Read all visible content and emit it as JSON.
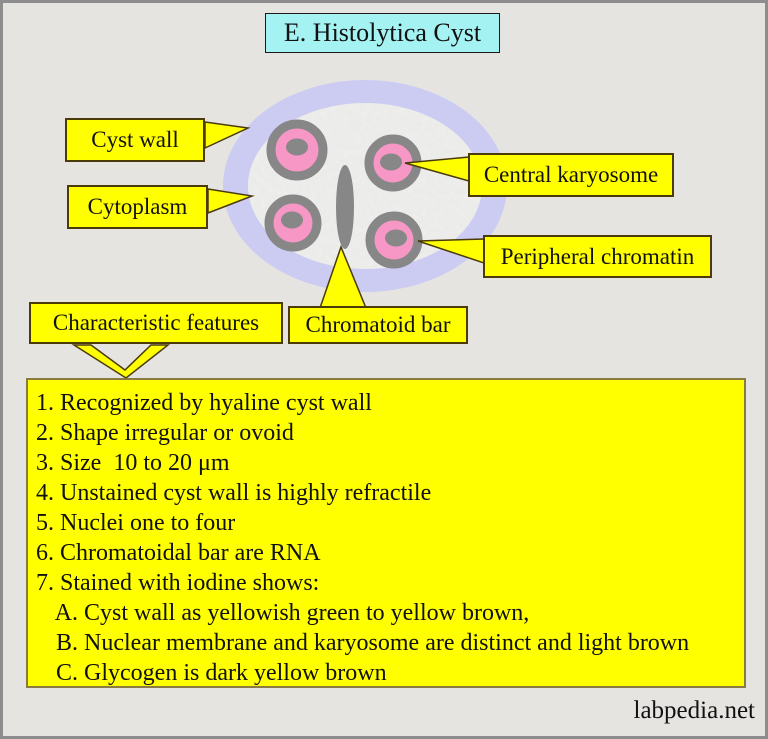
{
  "title": "E. Histolytica Cyst",
  "watermark": "labpedia.net",
  "labels": {
    "cyst_wall": "Cyst wall",
    "cytoplasm": "Cytoplasm",
    "central_karyosome": "Central karyosome",
    "peripheral_chromatin": "Peripheral chromatin",
    "characteristic_features": "Characteristic features",
    "chromatoid_bar": "Chromatoid bar"
  },
  "features": {
    "lines": [
      "1. Recognized by hyaline cyst wall",
      "2. Shape irregular or ovoid",
      "3. Size  10 to 20 μm",
      "4. Unstained cyst wall is highly refractile",
      "5. Nuclei one to four",
      "6. Chromatoidal bar are RNA",
      "7. Stained with iodine shows:",
      " A. Cyst wall as yellowish green to yellow brown,",
      " B. Nuclear membrane and karyosome are distinct and light brown",
      " C. Glycogen is dark yellow brown"
    ]
  },
  "colors": {
    "background": "#e5e4e1",
    "title_fill": "#a5f2f2",
    "label_fill": "#ffff00",
    "label_border": "#4a3b08",
    "features_border": "#8a7c3e",
    "cyst_wall": "#ccccf2",
    "cytoplasm": "#f1f1ef",
    "cytoplasm_speckle": "#c9c9c9",
    "nucleus_ring": "#878787",
    "nucleus_fill": "#f797c5",
    "karyosome": "#878787",
    "chromatoid_bar": "#878787"
  }
}
